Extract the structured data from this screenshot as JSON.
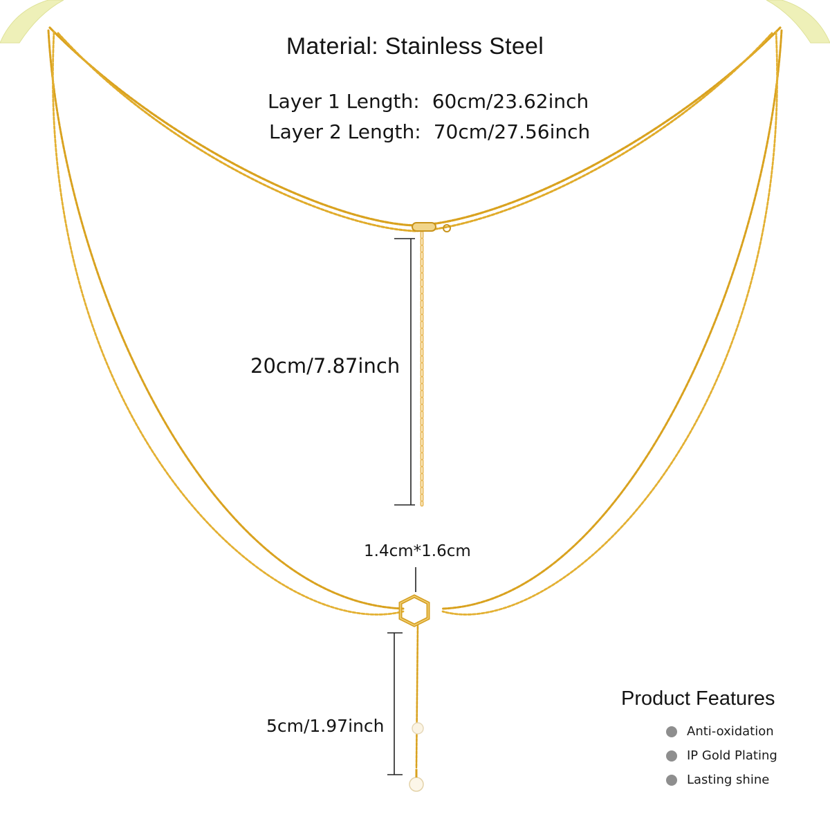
{
  "title": "Material: Stainless Steel",
  "layers": [
    {
      "label": "Layer 1 Length:",
      "value": "60cm/23.62inch"
    },
    {
      "label": "Layer 2 Length:",
      "value": "70cm/27.56inch"
    }
  ],
  "extender_length": "20cm/7.87inch",
  "pendant_size": "1.4cm*1.6cm",
  "drop_length": "5cm/1.97inch",
  "features": {
    "title": "Product Features",
    "items": [
      "Anti-oxidation",
      "IP Gold Plating",
      "Lasting shine"
    ]
  },
  "colors": {
    "gold": "#d9a21f",
    "gold_light": "#ecc24a",
    "stand": "#eef0b8",
    "bullet": "#8e8e8e",
    "text": "#141414"
  }
}
